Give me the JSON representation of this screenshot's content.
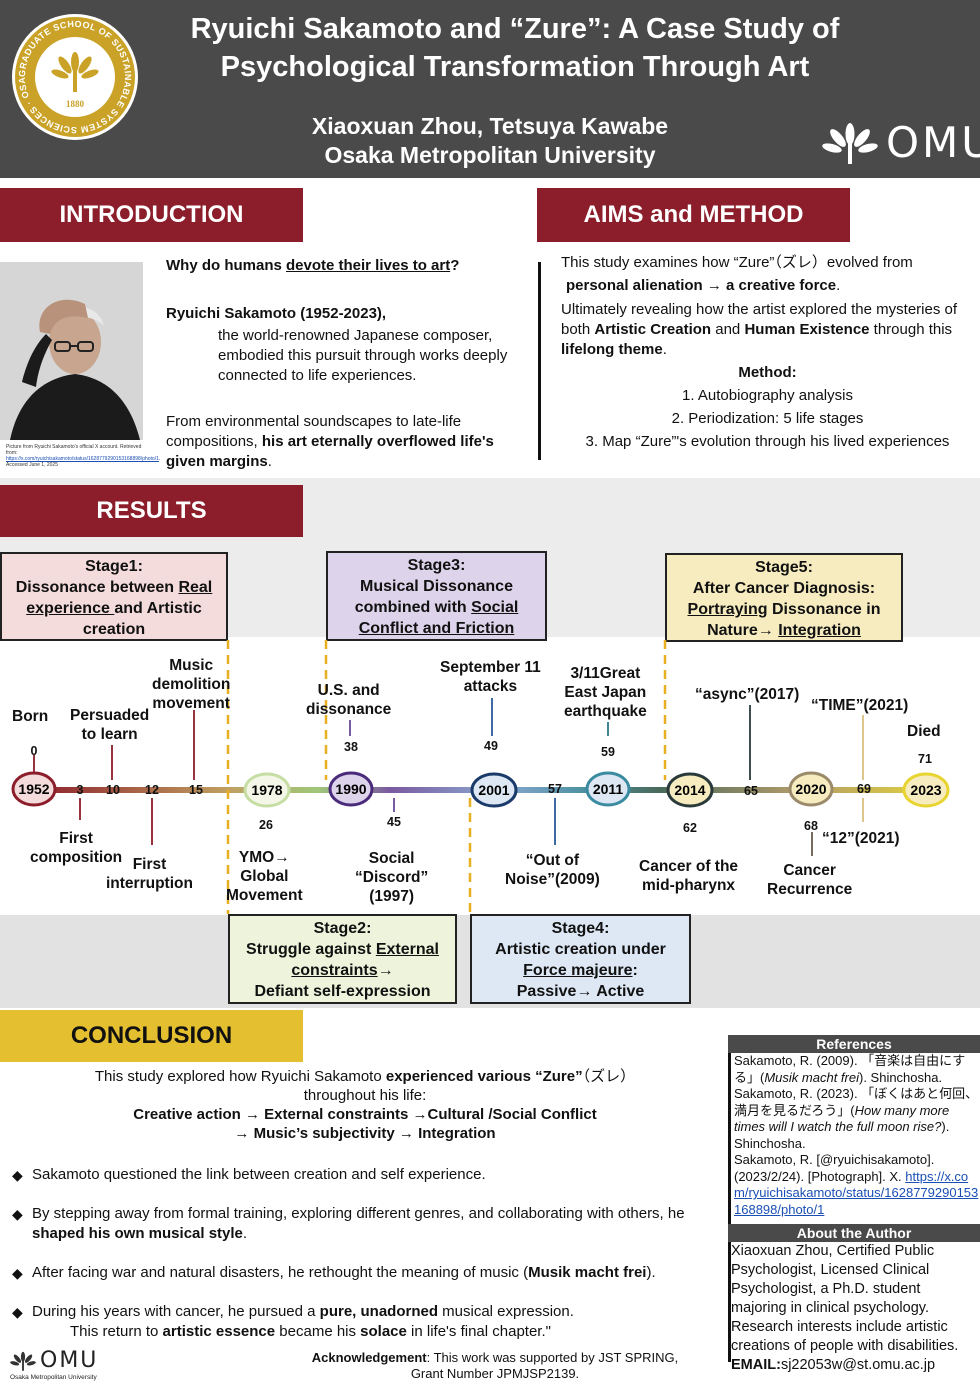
{
  "header": {
    "title_line1": "Ryuichi Sakamoto and “Zure”: A Case Study of",
    "title_line2": "Psychological Transformation Through Art",
    "authors": "Xiaoxuan Zhou, Tetsuya Kawabe",
    "affiliation": "Osaka Metropolitan University",
    "seal_text": "GRADUATE SCHOOL OF SUSTAINABLE SYSTEM SCIENCES · OSAKA METROPOLITAN UNIVERSITY",
    "seal_year": "1880",
    "logo_text": "OMU"
  },
  "colors": {
    "header_bg": "#4a4a4a",
    "section_red": "#8c1d2a",
    "conclusion_yellow": "#e4bf2f",
    "seal_gold": "#c9a227"
  },
  "introduction": {
    "heading": "INTRODUCTION",
    "q_pre": "Why do humans ",
    "q_underline": "devote their lives to art",
    "q_post": "?",
    "name": "Ryuichi Sakamoto (1952-2023),",
    "desc": "the world-renowned Japanese composer, embodied this pursuit through works deeply connected to life experiences.",
    "env_pre": "From environmental soundscapes to late-life compositions, ",
    "env_bold": "his art eternally overflowed life's",
    "env_bold2": "given margins",
    "env_post": ".",
    "photo_credit": "Picture from Ryuichi Sakamoto's official X account. Retrieved from:",
    "photo_link": "https://x.com/ryuichisakamoto/status/1628779290153168898/photo/1",
    "photo_accessed": ". Accessed June 1, 2025"
  },
  "aims": {
    "heading": "AIMS and METHOD",
    "p1": "This study examines how “Zure”（ズレ）evolved from",
    "p1b": "personal alienation → a creative force",
    "p1b_post": ".",
    "p2_pre": "Ultimately revealing how the artist explored the mysteries of both ",
    "p2_b1": "Artistic Creation",
    "p2_mid": " and ",
    "p2_b2": "Human Existence",
    "p2_mid2": " through this ",
    "p2_b3": "lifelong theme",
    "p2_post": ".",
    "method_heading": "Method:",
    "methods": [
      "1. Autobiography analysis",
      "2. Periodization: 5 life stages",
      "3. Map “Zure”'s evolution through his lived experiences"
    ]
  },
  "results": {
    "heading": "RESULTS",
    "stage1": {
      "title": "Stage1:",
      "l1_pre": "Dissonance between ",
      "l1_u": "Real",
      "l2_u": "experience ",
      "l2_post": "and Artistic",
      "l3": "creation"
    },
    "stage2": {
      "title": "Stage2:",
      "l1_pre": "Struggle against ",
      "l1_u": "External",
      "l2_u": "constraints",
      "l2_post": "→",
      "l3": "Defiant self-expression"
    },
    "stage3": {
      "title": "Stage3:",
      "l1": "Musical Dissonance",
      "l2_pre": "combined with ",
      "l2_u": "Social",
      "l3_u": "Conflict and Friction"
    },
    "stage4": {
      "title": "Stage4:",
      "l1": "Artistic creation under",
      "l2_u": "Force majeure",
      "l2_post": ":",
      "l3": "Passive→ Active"
    },
    "stage5": {
      "title": "Stage5:",
      "l1": "After Cancer Diagnosis:",
      "l2_u": "Portraying",
      "l2_post": " Dissonance in",
      "l3_pre": "Nature→ ",
      "l3_u": "Integration"
    },
    "years": [
      "1952",
      "1978",
      "1990",
      "2001",
      "2011",
      "2014",
      "2020",
      "2023"
    ],
    "ages": [
      "3",
      "10",
      "12",
      "15",
      "57",
      "65",
      "69"
    ],
    "events": {
      "born": "Born",
      "born_age": "0",
      "persuaded_l1": "Persuaded",
      "persuaded_l2": "to learn",
      "music_l1": "Music",
      "music_l2": "demolition",
      "music_l3": "movement",
      "first_comp_l1": "First",
      "first_comp_l2": "composition",
      "first_int_l1": "First",
      "first_int_l2": "interruption",
      "ymo_age": "26",
      "ymo_l1": "YMO→",
      "ymo_l2": "Global",
      "ymo_l3": "Movement",
      "us_l1": "U.S. and",
      "us_l2": "dissonance",
      "us_age": "38",
      "discord_age": "45",
      "discord_l1": "Social",
      "discord_l2": "“Discord”",
      "discord_l3": "(1997)",
      "sept_l1": "September 11",
      "sept_l2": "attacks",
      "sept_age": "49",
      "noise_l1": "“Out of",
      "noise_l2": "Noise”(2009)",
      "eq_l1": "3/11Great",
      "eq_l2": "East Japan",
      "eq_l3": "earthquake",
      "eq_age": "59",
      "async": "“async”(2017)",
      "cancer_age": "62",
      "cancer_l1": "Cancer of the",
      "cancer_l2": "mid-pharynx",
      "recur_age": "68",
      "recur_l1": "Cancer",
      "recur_l2": "Recurrence",
      "time": "“TIME”(2021)",
      "twelve": "“12”(2021)",
      "died": "Died",
      "died_age": "71"
    }
  },
  "conclusion": {
    "heading": "CONCLUSION",
    "intro_pre": "This study explored how Ryuichi Sakamoto ",
    "intro_bold": "experienced various “Zure”",
    "intro_post": "（ズレ）",
    "intro_l2": "throughout his life:",
    "flow_l1": "Creative action → External constraints →Cultural /Social Conflict",
    "flow_l2": "→ Music’s subjectivity → Integration",
    "b1": "Sakamoto questioned the link between creation and self experience.",
    "b2_pre": "By stepping away from formal training, exploring different genres, and collaborating with others, he ",
    "b2_bold": "shaped his own musical style",
    "b2_post": ".",
    "b3_pre": "After facing war and natural disasters, he rethought the meaning of music (",
    "b3_bold": "Musik macht frei",
    "b3_post": ").",
    "b4_pre": "During his years with cancer, he pursued a ",
    "b4_bold": "pure, unadorned",
    "b4_post": " musical expression.",
    "b4_l2_pre": "This return to ",
    "b4_l2_bold": "artistic essence",
    "b4_l2_mid": " became his ",
    "b4_l2_bold2": "solace",
    "b4_l2_post": " in life's final chapter.\"",
    "ack_bold": "Acknowledgement",
    "ack_text": ": This work was supported by JST SPRING,",
    "ack_l2": "Grant Number JPMJSP2139.",
    "small_logo_text": "OMU",
    "small_logo_sub": "Osaka Metropolitan University"
  },
  "references": {
    "heading": "References",
    "r1": "Sakamoto, R. (2009). 「音楽は自由にする」(",
    "r1_i": "Musik macht frei",
    "r1_post": "). Shinchosha.",
    "r2": "Sakamoto, R. (2023). 「ぼくはあと何回、満月を見るだろう」(",
    "r2_i": "How many more times will I watch the full moon rise?",
    "r2_post": "). Shinchosha.",
    "r3": "Sakamoto, R. [@ryuichisakamoto]. (2023/2/24). [Photograph]. X.",
    "r3_link": "https://x.com/ryuichisakamoto/status/1628779290153168898/photo/1"
  },
  "about": {
    "heading": "About the Author",
    "text": "Xiaoxuan Zhou, Certified Public Psychologist, Licensed Clinical Psychologist, a Ph.D. student majoring in clinical psychology. Research interests include artistic creations of people with disabilities.",
    "email_label": "EMAIL:",
    "email": "sj22053w@st.omu.ac.jp"
  }
}
